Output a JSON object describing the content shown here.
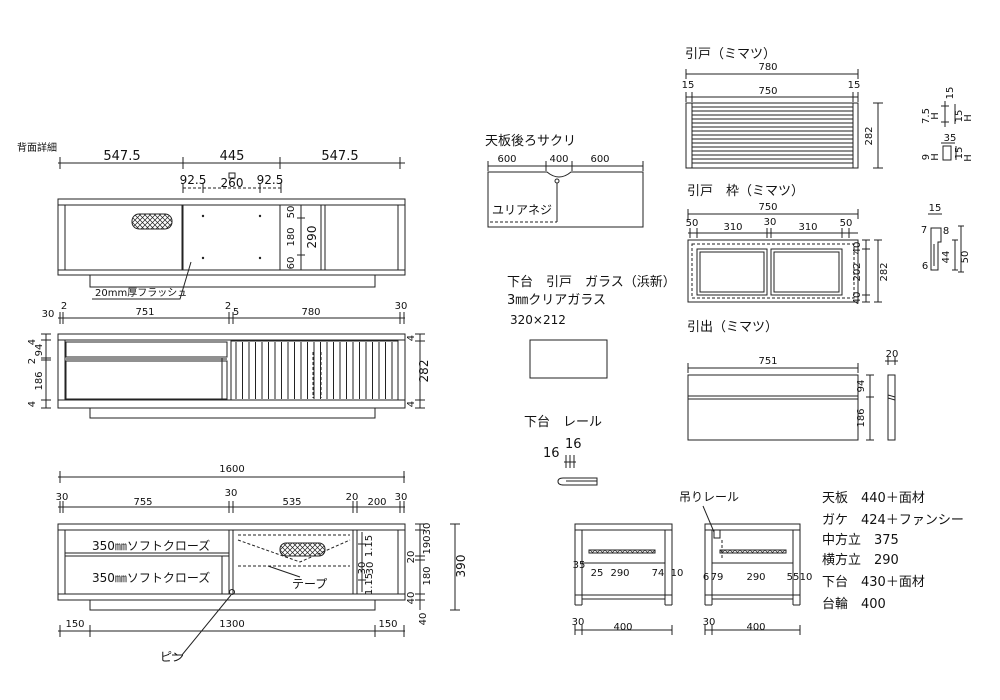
{
  "back": {
    "title": "背面詳細",
    "widths": [
      "547.5",
      "445",
      "547.5"
    ],
    "sub": [
      "92.5",
      "260",
      "92.5"
    ],
    "heights": [
      "50",
      "180",
      "60",
      "290"
    ],
    "note": "20mm厚フラッシュ"
  },
  "front": {
    "top": [
      "30",
      "2",
      "751",
      "2",
      "5",
      "780",
      "30"
    ],
    "left": [
      "4",
      "94",
      "2",
      "186",
      "4"
    ],
    "right": [
      "4",
      "282",
      "4"
    ]
  },
  "plan": {
    "total": "1600",
    "top": [
      "30",
      "755",
      "30",
      "535",
      "20",
      "200",
      "30"
    ],
    "drawer_labels": [
      "350㎜ソフトクローズ",
      "350㎜ソフトクローズ"
    ],
    "tape": "テープ",
    "inner": [
      "1.15",
      "30",
      "30",
      "1.15"
    ],
    "right": [
      "30",
      "190",
      "20",
      "180",
      "40",
      "390",
      "40"
    ],
    "bottom": [
      "150",
      "1300",
      "150"
    ],
    "pin": "ピン"
  },
  "top_cut": {
    "title": "天板後ろサクリ",
    "dims": [
      "600",
      "400",
      "600"
    ],
    "screw": "ユリアネジ"
  },
  "glass": {
    "title": "下台　引戸　ガラス（浜新）",
    "spec": "3㎜クリアガラス",
    "size": "320×212"
  },
  "rail": {
    "title": "下台　レール",
    "dims": [
      "16",
      "16"
    ]
  },
  "door": {
    "title": "引戸（ミマツ）",
    "total": "780",
    "dims": [
      "15",
      "750",
      "15"
    ],
    "height": "282"
  },
  "door_profile": {
    "upper": [
      "15",
      "7.5",
      "H",
      "15",
      "H"
    ],
    "lower": [
      "35",
      "9",
      "H",
      "15",
      "H"
    ]
  },
  "frame": {
    "title": "引戸　枠（ミマツ）",
    "total": "750",
    "dims": [
      "50",
      "310",
      "30",
      "310",
      "50"
    ],
    "right": [
      "40",
      "202",
      "40",
      "282"
    ]
  },
  "frame_profile": [
    "15",
    "7",
    "8",
    "44",
    "6",
    "50"
  ],
  "drawer": {
    "title": "引出（ミマツ）",
    "width": "751",
    "heights": [
      "94",
      "186"
    ],
    "thickness": "20"
  },
  "sections": {
    "rail_label": "吊りレール",
    "left": [
      "35",
      "25",
      "290",
      "74",
      "10",
      "30",
      "400"
    ],
    "right": [
      "6",
      "79",
      "290",
      "55",
      "10",
      "30",
      "400"
    ]
  },
  "specs": [
    "天板　440＋面材",
    "ガケ　424＋ファンシー",
    "中方立　375",
    "横方立　290",
    "下台　430＋面材",
    "台輪　400"
  ]
}
